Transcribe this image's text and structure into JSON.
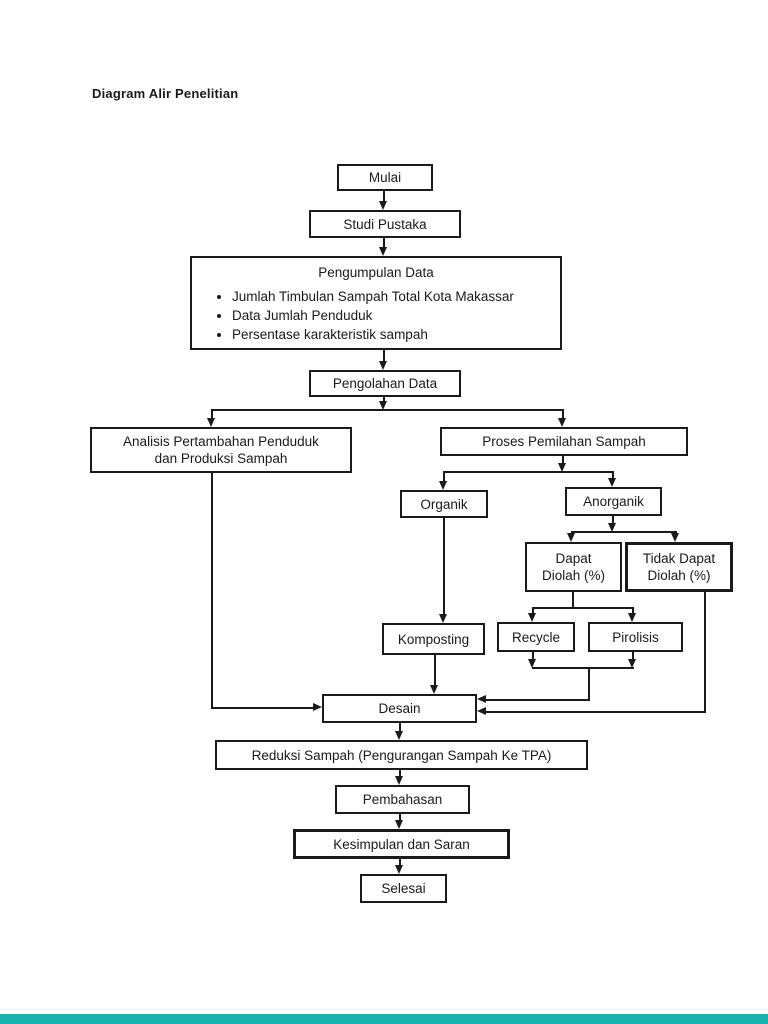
{
  "document": {
    "heading": "Diagram Alir Penelitian"
  },
  "flowchart": {
    "ink_color": "#1a1a1a",
    "background_color": "#ffffff",
    "nodes": {
      "mulai": {
        "label": "Mulai"
      },
      "studi_pustaka": {
        "label": "Studi Pustaka"
      },
      "pengumpulan_data": {
        "title": "Pengumpulan Data",
        "bullets": [
          "Jumlah Timbulan Sampah Total Kota Makassar",
          "Data Jumlah Penduduk",
          "Persentase karakteristik sampah"
        ]
      },
      "pengolahan_data": {
        "label": "Pengolahan Data"
      },
      "analisis_pertambahan": {
        "lines": [
          "Analisis Pertambahan Penduduk",
          "dan Produksi Sampah"
        ]
      },
      "proses_pemilahan": {
        "label": "Proses Pemilahan Sampah"
      },
      "organik": {
        "label": "Organik"
      },
      "anorganik": {
        "label": "Anorganik"
      },
      "dapat_diolah": {
        "lines": [
          "Dapat",
          "Diolah (%)"
        ]
      },
      "tidak_dapat_diolah": {
        "lines": [
          "Tidak Dapat",
          "Diolah (%)"
        ]
      },
      "komposting": {
        "label": "Komposting"
      },
      "recycle": {
        "label": "Recycle"
      },
      "pirolisis": {
        "label": "Pirolisis"
      },
      "desain": {
        "label": "Desain"
      },
      "reduksi_sampah": {
        "label": "Reduksi Sampah (Pengurangan Sampah Ke TPA)"
      },
      "pembahasan": {
        "label": "Pembahasan"
      },
      "kesimpulan": {
        "label": "Kesimpulan dan Saran"
      },
      "selesai": {
        "label": "Selesai"
      }
    }
  },
  "viewer": {
    "bottom_bar_color": "#18b2ad"
  }
}
